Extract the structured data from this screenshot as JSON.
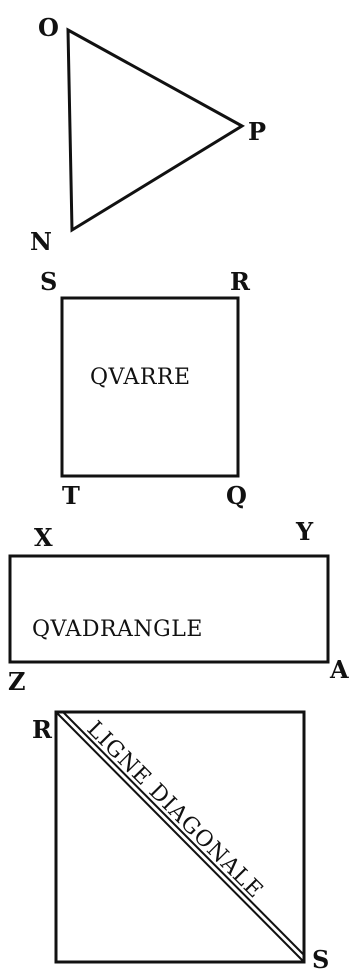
{
  "triangle": {
    "labels": {
      "top": "O",
      "right": "P",
      "bottom": "N"
    }
  },
  "square": {
    "caption": "QVARRE",
    "labels": {
      "top_left": "S",
      "top_right": "R",
      "bottom_left": "T",
      "bottom_right": "Q"
    }
  },
  "rectangle": {
    "caption": "QVADRANGLE",
    "labels": {
      "top_left": "X",
      "top_right": "Y",
      "bottom_left": "Z",
      "bottom_right": "A"
    }
  },
  "diagonal_square": {
    "caption": "LIGNE DIAGONALE",
    "labels": {
      "top_left": "R",
      "bottom_right": "S"
    }
  }
}
